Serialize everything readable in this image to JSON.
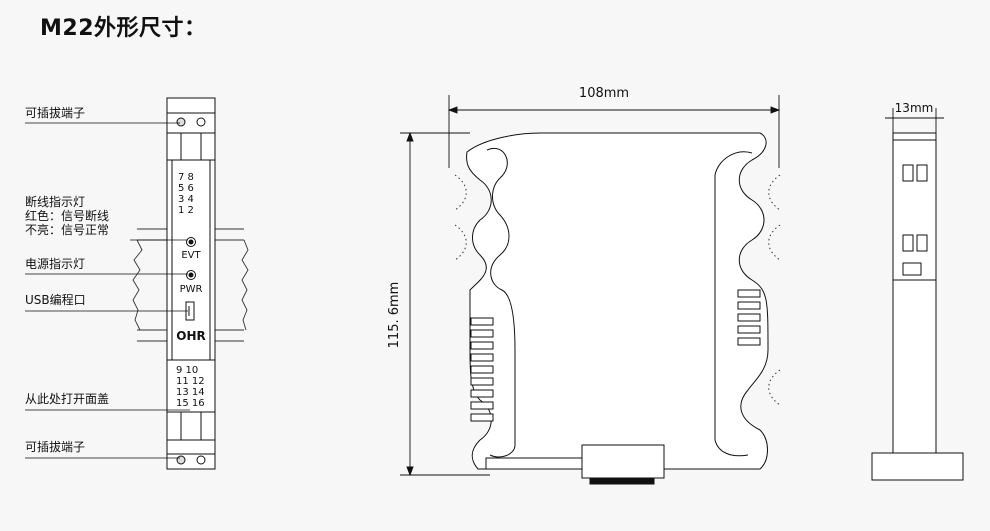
{
  "title": "M22外形尺寸：",
  "left_callouts": {
    "terminal_top": "可插拔端子",
    "break_indicator": "断线指示灯",
    "red_meaning": "红色：信号断线",
    "off_meaning": "不亮：信号正常",
    "power_indicator": "电源指示灯",
    "usb_port": "USB编程口",
    "open_cover": "从此处打开面盖",
    "terminal_bottom": "可插拔端子"
  },
  "front_panel": {
    "top_terminal_numbers": [
      "7  8",
      "5  6",
      "3  4",
      "1  2"
    ],
    "bottom_terminal_numbers": [
      "9   10",
      "11  12",
      "13  14",
      "15  16"
    ],
    "evt_label": "EVT",
    "pwr_label": "PWR",
    "brand": "OHR"
  },
  "dimensions": {
    "width": "108mm",
    "height": "115. 6mm",
    "thickness": "13mm"
  },
  "colors": {
    "line": "#111111",
    "background": "#f7f7f7",
    "fill": "#ffffff"
  }
}
